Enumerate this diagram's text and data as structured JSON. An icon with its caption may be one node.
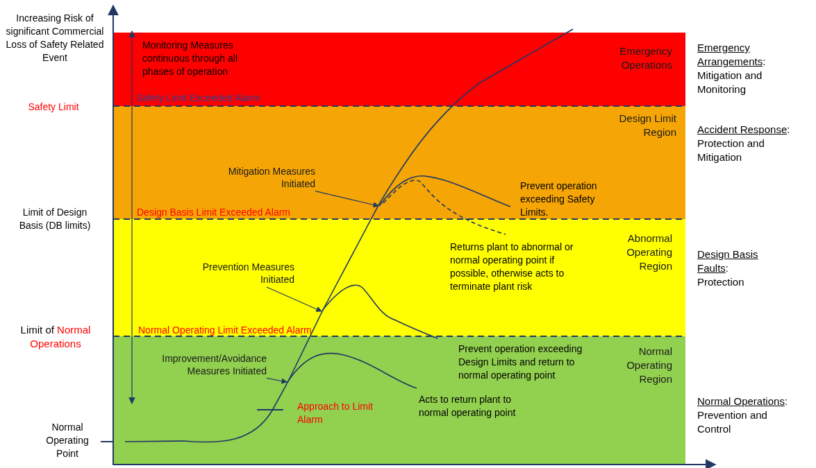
{
  "diagram": {
    "nodes": [
      {
        "text": [
          "Mitigation Measures Initiated"
        ]
      },
      {
        "text": [
          "Prevention Measures Initiated"
        ]
      },
      {
        "text": [
          "Improvement/Avoidance Measures Initiated"
        ]
      },
      {
        "text": [],
        "shape": "curve"
      },
      {
        "text": [],
        "shape": "curve"
      },
      {
        "text": [],
        "shape": "curve"
      }
    ],
    "edges": [
      {
        "from": 0,
        "to": 3,
        "arrow": "to"
      },
      {
        "from": 1,
        "to": 4,
        "arrow": "to"
      },
      {
        "from": 2,
        "to": 5,
        "arrow": "to"
      }
    ],
    "labels": [
      "Increasing Risk of significant Commercial Loss of Safety Related Event",
      "Monitoring Measures continuous through all phases of operation",
      "Emergency Operations",
      "Emergency Arrangements: Mitigation and Monitoring",
      "Safety Limit Exceeded Alarm",
      "Safety Limit",
      "Design Limit Region",
      "Accident Response: Protection and Mitigation",
      "Prevent operation exceeding Safety Limits.",
      "Limit of Design Basis (DB limits)",
      "Design Basis Limit Exceeded Alarm",
      "Returns plant to abnormal or normal operating point if possible, otherwise acts to terminate plant risk",
      "Abnormal Operating Region",
      "Design Basis Faults: Protection",
      "Limit of",
      "Normal Operations",
      "Normal Operating Limit Exceeded Alarm",
      "Prevent operation exceeding Design Limits and return to normal operating point",
      "Normal Operating Region",
      "Approach to Limit Alarm",
      "Acts to return plant to normal operating point",
      "Normal Operations: Prevention and Control",
      "Normal Operating Point"
    ]
  }
}
